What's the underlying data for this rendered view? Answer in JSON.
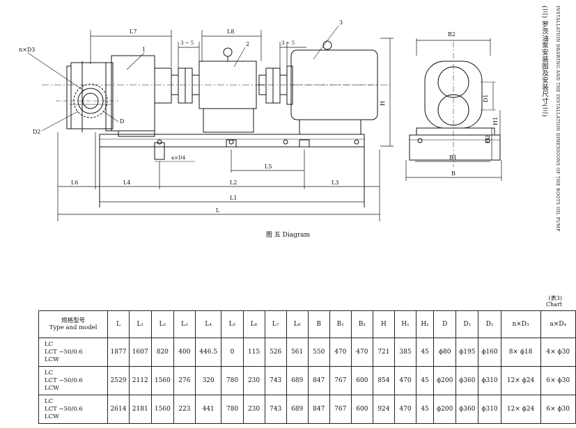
{
  "header": {
    "title_cn": "(三) 罗茨油泵安装图及安装尺寸(三)",
    "title_en": "INSTALLATION DRAWING AND THE INSTALLATION DIMENSIONS OF THE ROOTS OIL PUMP"
  },
  "diagram": {
    "caption": "图 五  Diagram",
    "labels": {
      "L7": "L7",
      "L8": "L8",
      "gap1": "3 ~ 5",
      "gap2": "3 ~ 5",
      "part1": "1",
      "part2": "2",
      "part3": "3",
      "nD3": "n×D3",
      "D2": "D2",
      "D": "D",
      "aD4": "a×D4",
      "L6": "L6",
      "L4": "L4",
      "L2": "L2",
      "L3": "L3",
      "L5": "L5",
      "L1": "L1",
      "L": "L",
      "H": "H",
      "B2": "B2",
      "D1": "D1",
      "H1": "H1",
      "H2": "H2",
      "B1": "B1",
      "B": "B"
    }
  },
  "table": {
    "note_cn": "(表3)",
    "note_en": "Chart",
    "type_header_cn": "规格型号",
    "type_header_en": "Type and model",
    "columns": [
      "L",
      "L₁",
      "L₂",
      "L₃",
      "L₄",
      "L₅",
      "L₆",
      "L₇",
      "L₈",
      "B",
      "B₁",
      "B₂",
      "H",
      "H₁",
      "H₂",
      "D",
      "D₁",
      "D₂",
      "n×D₃",
      "a×D₄"
    ],
    "rows": [
      {
        "model_lines": [
          "LC",
          "LCT",
          "LCW"
        ],
        "suffix": "−50/0.6",
        "values": [
          "1877",
          "1607",
          "820",
          "400",
          "446.5",
          "0",
          "115",
          "526",
          "561",
          "550",
          "470",
          "470",
          "721",
          "385",
          "45",
          "ϕ80",
          "ϕ195",
          "ϕ160",
          "8× ϕ18",
          "4× ϕ30"
        ]
      },
      {
        "model_lines": [
          "LC",
          "LCT",
          "LCW"
        ],
        "suffix": "−50/0.6",
        "values": [
          "2529",
          "2112",
          "1560",
          "276",
          "320",
          "780",
          "230",
          "743",
          "689",
          "847",
          "767",
          "600",
          "854",
          "470",
          "45",
          "ϕ200",
          "ϕ360",
          "ϕ310",
          "12× ϕ24",
          "6× ϕ30"
        ]
      },
      {
        "model_lines": [
          "LC",
          "LCT",
          "LCW"
        ],
        "suffix": "−50/0.6",
        "values": [
          "2614",
          "2181",
          "1560",
          "223",
          "441",
          "780",
          "230",
          "743",
          "689",
          "847",
          "767",
          "600",
          "924",
          "470",
          "45",
          "ϕ200",
          "ϕ360",
          "ϕ310",
          "12× ϕ24",
          "6× ϕ30"
        ]
      }
    ]
  }
}
